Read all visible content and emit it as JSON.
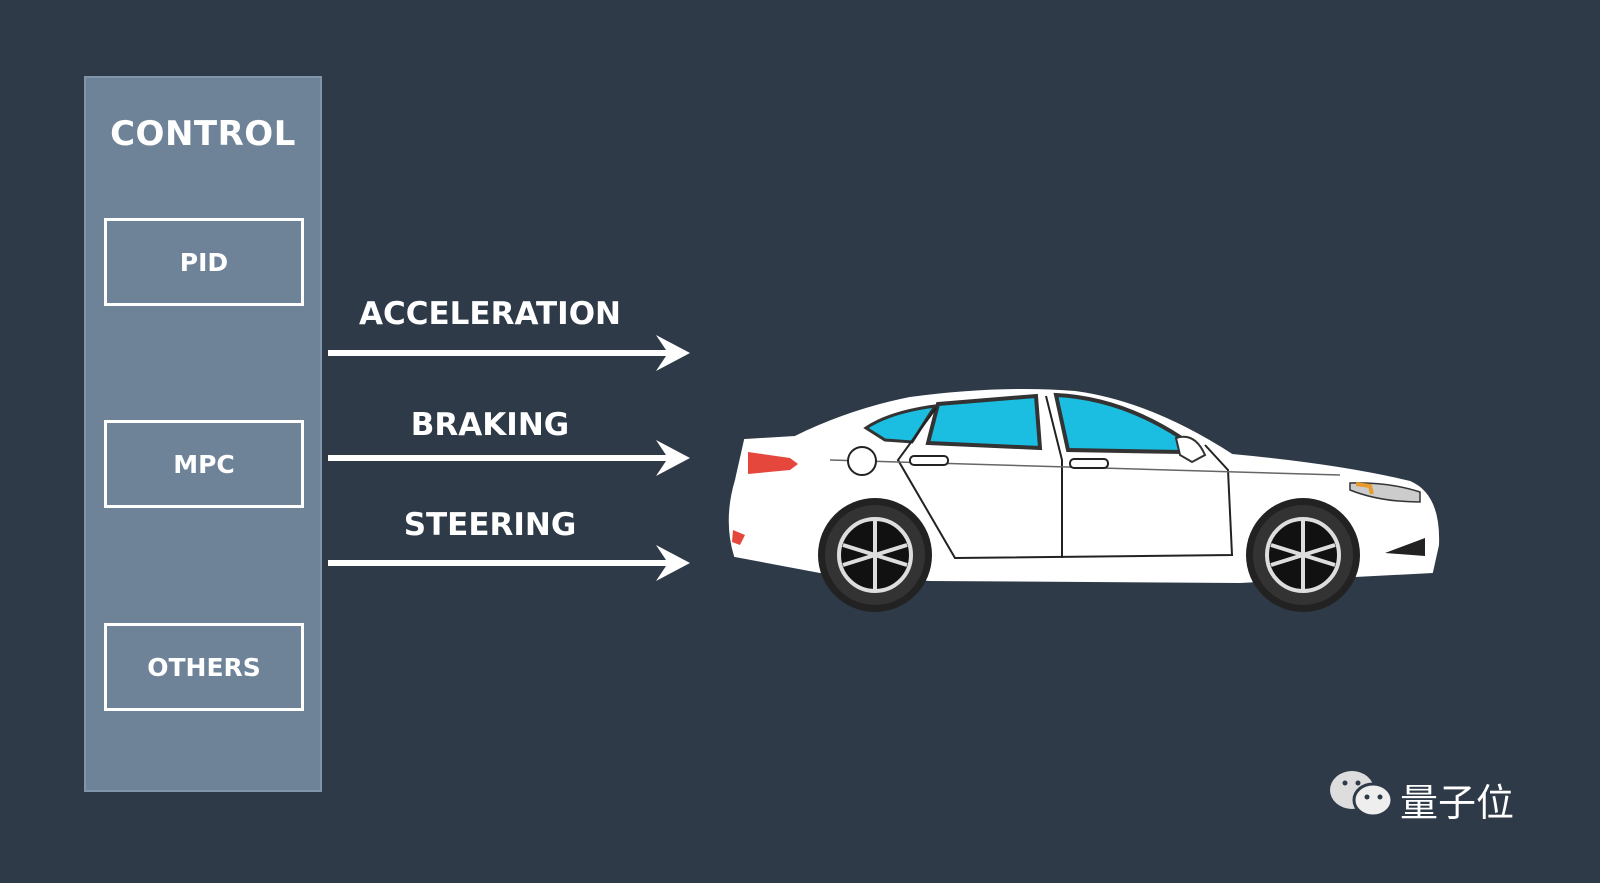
{
  "control": {
    "title": "CONTROL",
    "methods": [
      "PID",
      "MPC",
      "OTHERS"
    ]
  },
  "outputs": [
    "ACCELERATION",
    "BRAKING",
    "STEERING"
  ],
  "watermark": {
    "text": "量子位",
    "icon": "wechat-icon"
  },
  "colors": {
    "background": "#2f3a48",
    "panel": "#6f8398",
    "window": "#1bbde0",
    "taillight": "#e5473c"
  }
}
